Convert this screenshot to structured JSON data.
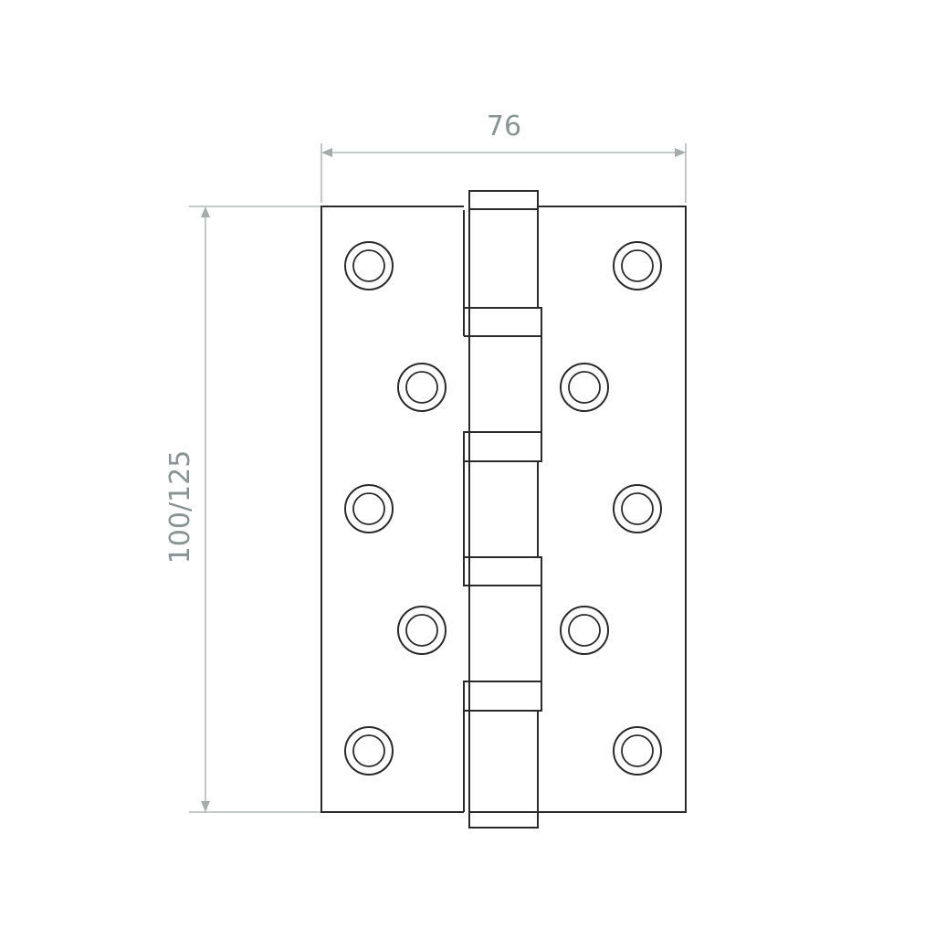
{
  "dimensions": {
    "width_label": "76",
    "height_label": "100/125"
  },
  "hinge": {
    "leaves": 2,
    "screw_holes_per_leaf": 5,
    "knuckle_segments": 5
  },
  "colors": {
    "outline": "#2a2a2a",
    "dimension": "#8a9494",
    "background": "#ffffff"
  }
}
